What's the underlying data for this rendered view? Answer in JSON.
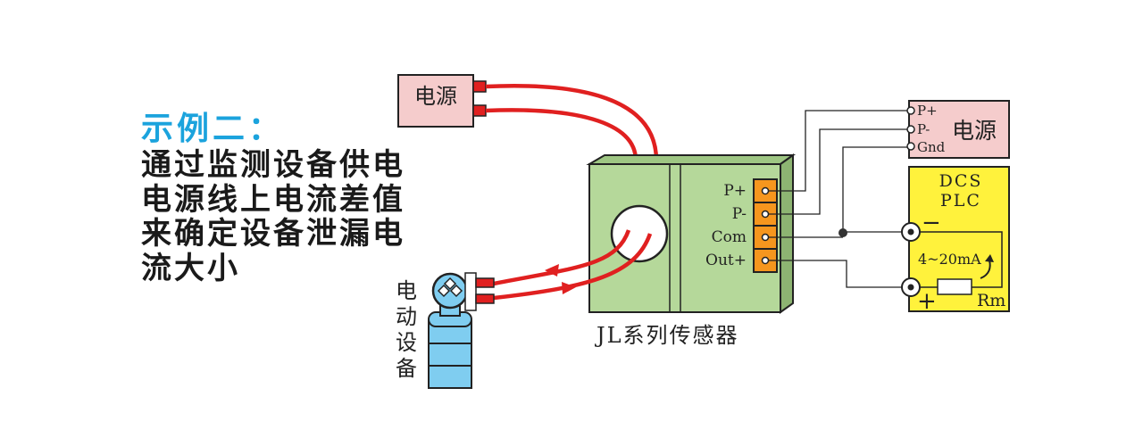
{
  "title": "示例二：",
  "description_lines": [
    "通过监测设备供电",
    "电源线上电流差值",
    "来确定设备泄漏电",
    "流大小"
  ],
  "power_source": {
    "label": "电源"
  },
  "sensor": {
    "label": "JL系列传感器",
    "terminals": [
      "P+",
      "P-",
      "Com",
      "Out+"
    ]
  },
  "psu": {
    "label": "电源",
    "terminals": [
      "P+",
      "P-",
      "Gnd"
    ]
  },
  "dcs": {
    "title_line1": "DCS",
    "title_line2": "PLC",
    "minus": "−",
    "plus": "+",
    "current_range": "4~20mA",
    "resistor": "Rm"
  },
  "load": {
    "label_chars": [
      "电",
      "动",
      "设",
      "备"
    ]
  },
  "colors": {
    "title": "#1ba3dd",
    "sensor_body": "#b5d89a",
    "terminal": "#f6961e",
    "power_box": "#f5cccc",
    "dcs_box": "#fff23c",
    "wire_red": "#e02020",
    "motor_blue": "#7fcdf0"
  }
}
